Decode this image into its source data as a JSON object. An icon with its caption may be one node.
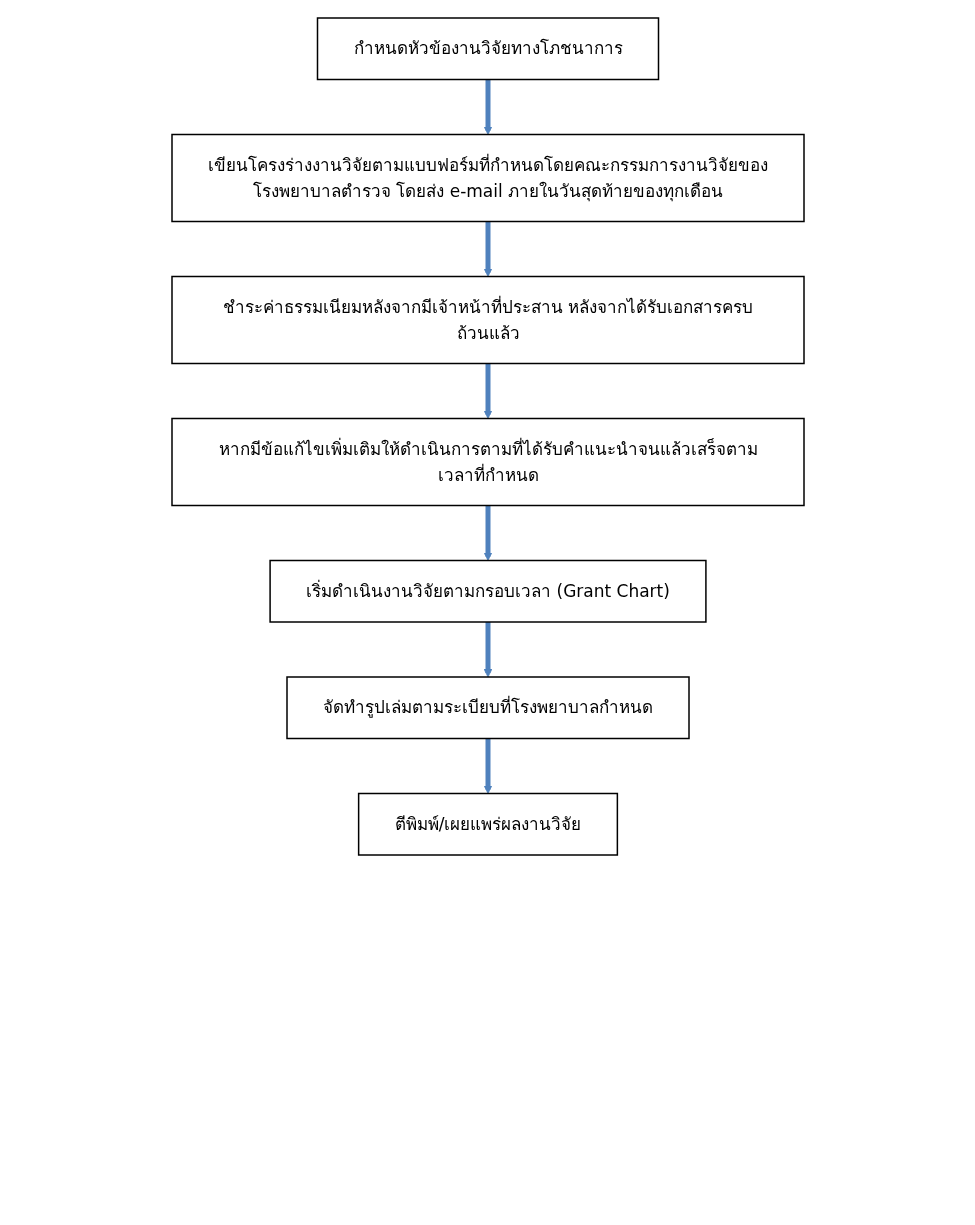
{
  "diagram": {
    "nodes": [
      {
        "text": [
          "กำหนดหัวข้องานวิจัยทางโภชนาการ"
        ]
      },
      {
        "text": [
          "เขียนโครงร่างงานวิจัยตามแบบฟอร์มที่กำหนดโดยคณะกรรมการงานวิจัยของโรงพยาบาลตำรวจ โดยส่ง e-mail ภายในวันสุดท้ายของทุกเดือน"
        ]
      },
      {
        "text": [
          "ชำระค่าธรรมเนียมหลังจากมีเจ้าหน้าที่ประสาน หลังจากได้รับเอกสารครบถ้วนแล้ว"
        ]
      },
      {
        "text": [
          "หากมีข้อแก้ไขเพิ่มเติมให้ดำเนินการตามที่ได้รับคำแนะนำจนแล้วเสร็จตามเวลาที่กำหนด"
        ]
      },
      {
        "text": [
          "เริ่มดำเนินงานวิจัยตามกรอบเวลา (Grant Chart)"
        ]
      },
      {
        "text": [
          "จัดทำรูปเล่มตามระเบียบที่โรงพยาบาลกำหนด"
        ]
      },
      {
        "text": [
          "ตีพิมพ์/เผยแพร่ผลงานวิจัย"
        ]
      }
    ],
    "edges": [
      {
        "from": 0,
        "to": 1,
        "arrow": "to"
      },
      {
        "from": 1,
        "to": 2,
        "arrow": "to"
      },
      {
        "from": 2,
        "to": 3,
        "arrow": "to"
      },
      {
        "from": 3,
        "to": 4,
        "arrow": "to"
      },
      {
        "from": 4,
        "to": 5,
        "arrow": "to"
      },
      {
        "from": 5,
        "to": 6,
        "arrow": "to"
      }
    ]
  }
}
